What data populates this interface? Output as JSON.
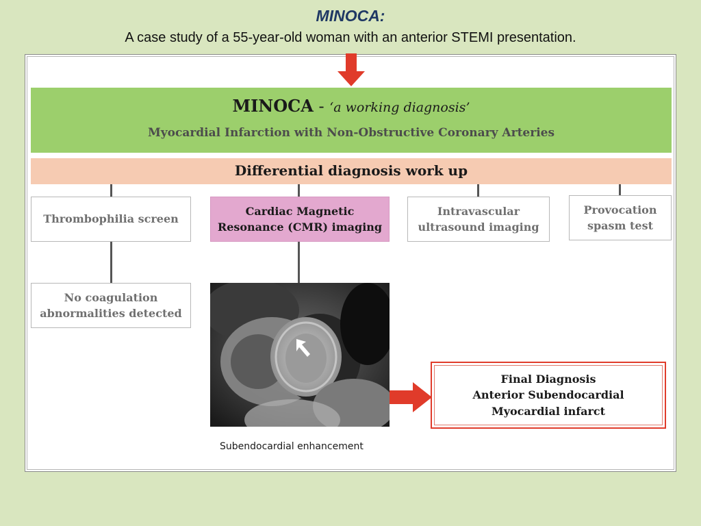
{
  "slide": {
    "title": "MINOCA:",
    "subtitle": "A case study of a 55-year-old woman with an anterior STEMI presentation."
  },
  "diagram": {
    "header": {
      "title_bold": "MINOCA",
      "title_sep": " - ",
      "title_italic": "‘a working diagnosis’",
      "subtitle": "Myocardial Infarction with Non-Obstructive Coronary Arteries"
    },
    "workup_label": "Differential diagnosis work up",
    "tests": [
      {
        "line1": "Thrombophilia screen",
        "line2": ""
      },
      {
        "line1": "Cardiac Magnetic",
        "line2": "Resonance (CMR) imaging"
      },
      {
        "line1": "Intravascular",
        "line2": "ultrasound imaging"
      },
      {
        "line1": "Provocation",
        "line2": "spasm test"
      }
    ],
    "thrombophilia_result": {
      "line1": "No coagulation",
      "line2": "abnormalities detected"
    },
    "cmr_caption": "Subendocardial enhancement",
    "final": {
      "line1": "Final Diagnosis",
      "line2": "Anterior Subendocardial",
      "line3": "Myocardial infarct"
    },
    "colors": {
      "background": "#d9e6bf",
      "header_band": "#9ccf6c",
      "workup_band": "#f6cbb2",
      "cmr_box": "#e3a8cf",
      "arrow": "#e03b2a",
      "title": "#1f3864"
    }
  }
}
